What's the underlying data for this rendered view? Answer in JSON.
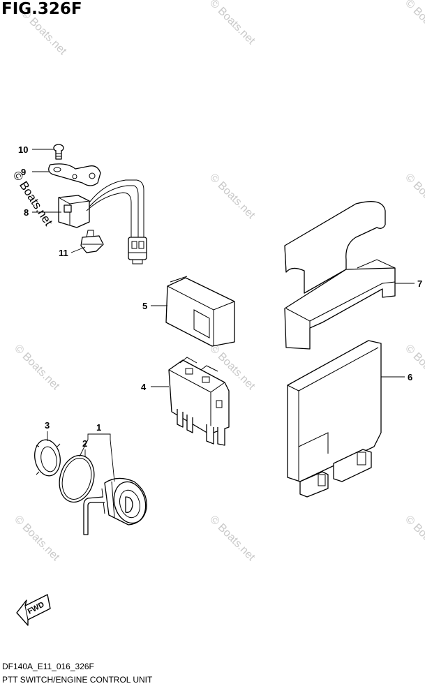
{
  "figure": {
    "title": "FIG.326F",
    "code": "DF140A_E11_016_326F",
    "name": "PTT SWITCH/ENGINE CONTROL UNIT",
    "watermark": "© Boats.net",
    "side_label": "© Boats.net"
  },
  "callouts": {
    "c1": "1",
    "c2": "2",
    "c3": "3",
    "c4": "4",
    "c5": "5",
    "c6": "6",
    "c7": "7",
    "c8": "8",
    "c9": "9",
    "c10": "10",
    "c11": "11"
  },
  "fwd_label": "FWD",
  "icons": [
    "fwd-arrow-icon"
  ],
  "colors": {
    "line": "#000000",
    "watermark": "#c9c9c9",
    "background": "#ffffff"
  }
}
